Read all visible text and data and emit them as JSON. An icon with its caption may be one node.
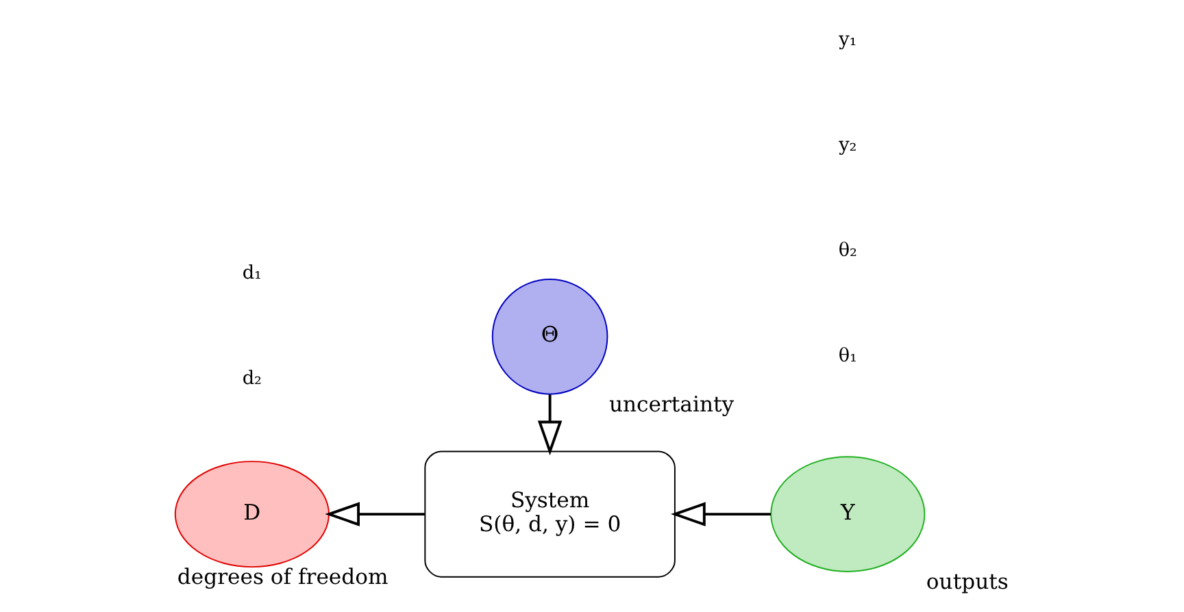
{
  "diagram": {
    "nodes": [
      {
        "text": [
          "System",
          "S(θ, d, y) = 0"
        ]
      },
      {
        "text": [
          "D"
        ],
        "beside": [
          "degrees of freedom"
        ]
      },
      {
        "text": [
          "Y"
        ],
        "beside": [
          "outputs"
        ]
      },
      {
        "text": [
          "Θ"
        ],
        "beside": [
          "uncertainty"
        ]
      }
    ],
    "edges": [
      {
        "from": 2,
        "to": 0,
        "arrow": "to"
      },
      {
        "from": 0,
        "to": 1,
        "arrow": "to"
      },
      {
        "from": 3,
        "to": 0,
        "arrow": "to"
      }
    ],
    "labels": [
      "d₂",
      "d₁",
      "y₂",
      "y₁",
      "θ₂",
      "θ₁"
    ]
  }
}
